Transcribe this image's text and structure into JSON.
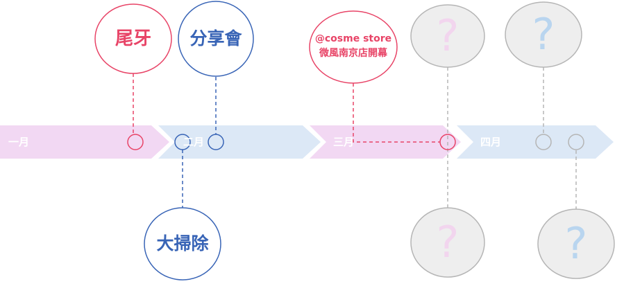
{
  "colors": {
    "pink_band": "#f2d8f3",
    "blue_band": "#dce8f6",
    "pink_accent": "#e84467",
    "blue_accent": "#3864b6",
    "gray_line": "#b5b5b5",
    "gray_fill": "#eeeeee",
    "qmark_pink": "#f2d5ee",
    "qmark_blue": "#b9d5ef"
  },
  "months": [
    {
      "label": "一月",
      "color": "pink"
    },
    {
      "label": "二月",
      "color": "blue"
    },
    {
      "label": "三月",
      "color": "pink"
    },
    {
      "label": "四月",
      "color": "blue"
    }
  ],
  "events": [
    {
      "label": "尾牙",
      "month": "一月",
      "color": "pink"
    },
    {
      "label": "分享會",
      "month": "二月",
      "color": "blue"
    },
    {
      "label": "大掃除",
      "month": "二月",
      "color": "blue"
    },
    {
      "label_line1": "@cosme store",
      "label_line2": "微風南京店開幕",
      "month": "三月",
      "color": "pink"
    }
  ],
  "placeholders": [
    {
      "label": "?",
      "color": "pink"
    },
    {
      "label": "?",
      "color": "pink"
    },
    {
      "label": "?",
      "color": "blue"
    },
    {
      "label": "?",
      "color": "blue"
    }
  ]
}
